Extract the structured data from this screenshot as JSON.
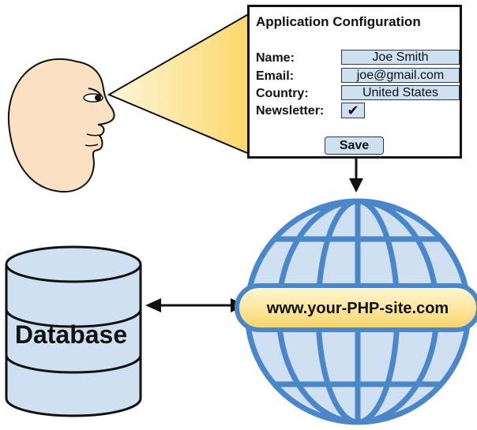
{
  "form": {
    "title": "Application Configuration",
    "fields": [
      {
        "label": "Name:",
        "value": "Joe Smith"
      },
      {
        "label": "Email:",
        "value": "joe@gmail.com"
      },
      {
        "label": "Country:",
        "value": "United States"
      }
    ],
    "newsletter": {
      "label": "Newsletter:",
      "check_glyph": "✔"
    },
    "save_label": "Save"
  },
  "database": {
    "label": "Database"
  },
  "website": {
    "label": "www.your-PHP-site.com"
  },
  "colors": {
    "globe_stroke": "#4a86c8",
    "globe_fill": "#cfe0f3",
    "banner_fill": "#fde9a6",
    "cone_fill": "#fbd76a",
    "face_fill": "#fbe0c3",
    "ink": "#111111"
  }
}
